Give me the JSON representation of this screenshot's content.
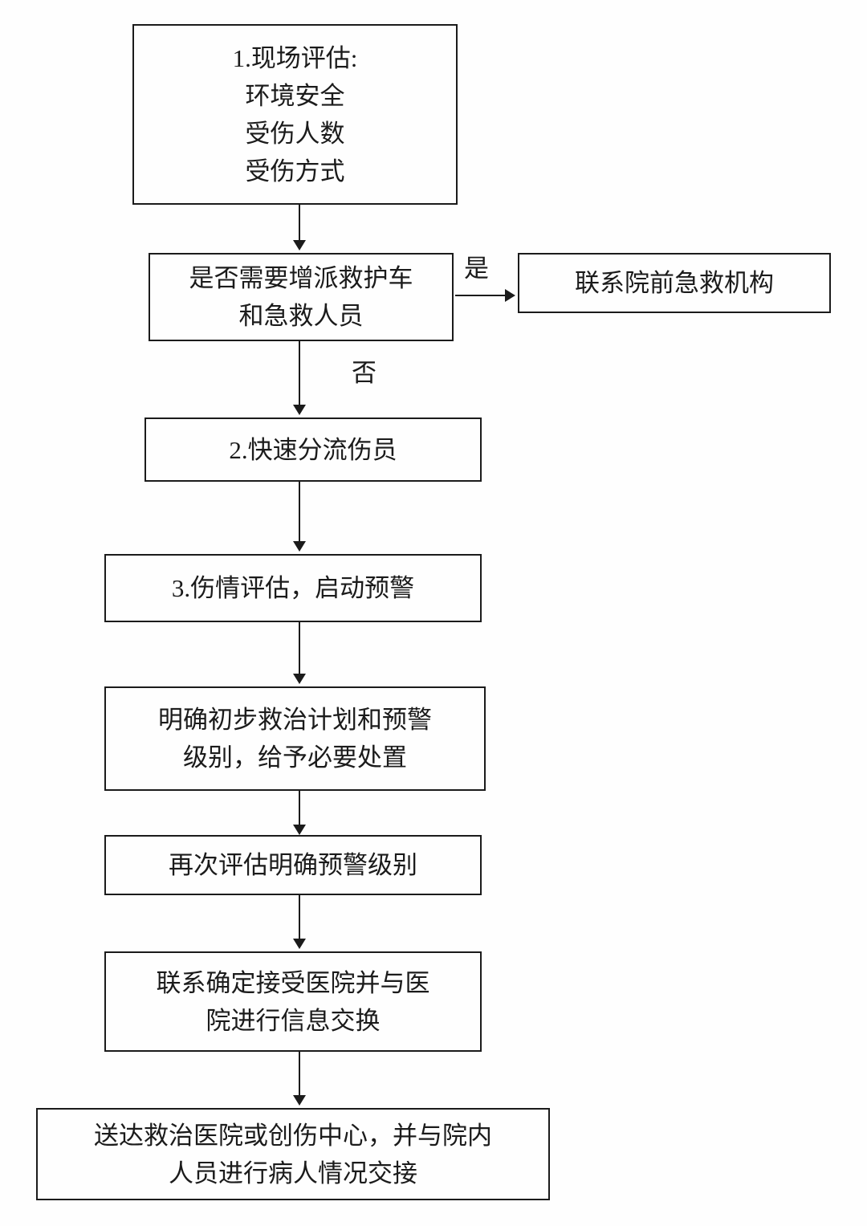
{
  "flowchart": {
    "boxes": {
      "scene_assessment": {
        "line1": "1.现场评估:",
        "line2": "环境安全",
        "line3": "受伤人数",
        "line4": "受伤方式"
      },
      "need_more_ambulance": {
        "line1": "是否需要增派救护车",
        "line2": "和急救人员"
      },
      "contact_prehospital": {
        "line1": "联系院前急救机构"
      },
      "rapid_triage": {
        "line1": "2.快速分流伤员"
      },
      "injury_assessment": {
        "line1": "3.伤情评估，启动预警"
      },
      "initial_plan": {
        "line1": "明确初步救治计划和预警",
        "line2": "级别，给予必要处置"
      },
      "reassess_warning_level": {
        "line1": "再次评估明确预警级别"
      },
      "contact_receiving_hospital": {
        "line1": "联系确定接受医院并与医",
        "line2": "院进行信息交换"
      },
      "arrival_handover": {
        "line1": "送达救治医院或创伤中心，并与院内",
        "line2": "人员进行病人情况交接"
      }
    },
    "branch_labels": {
      "yes": "是",
      "no": "否"
    }
  }
}
